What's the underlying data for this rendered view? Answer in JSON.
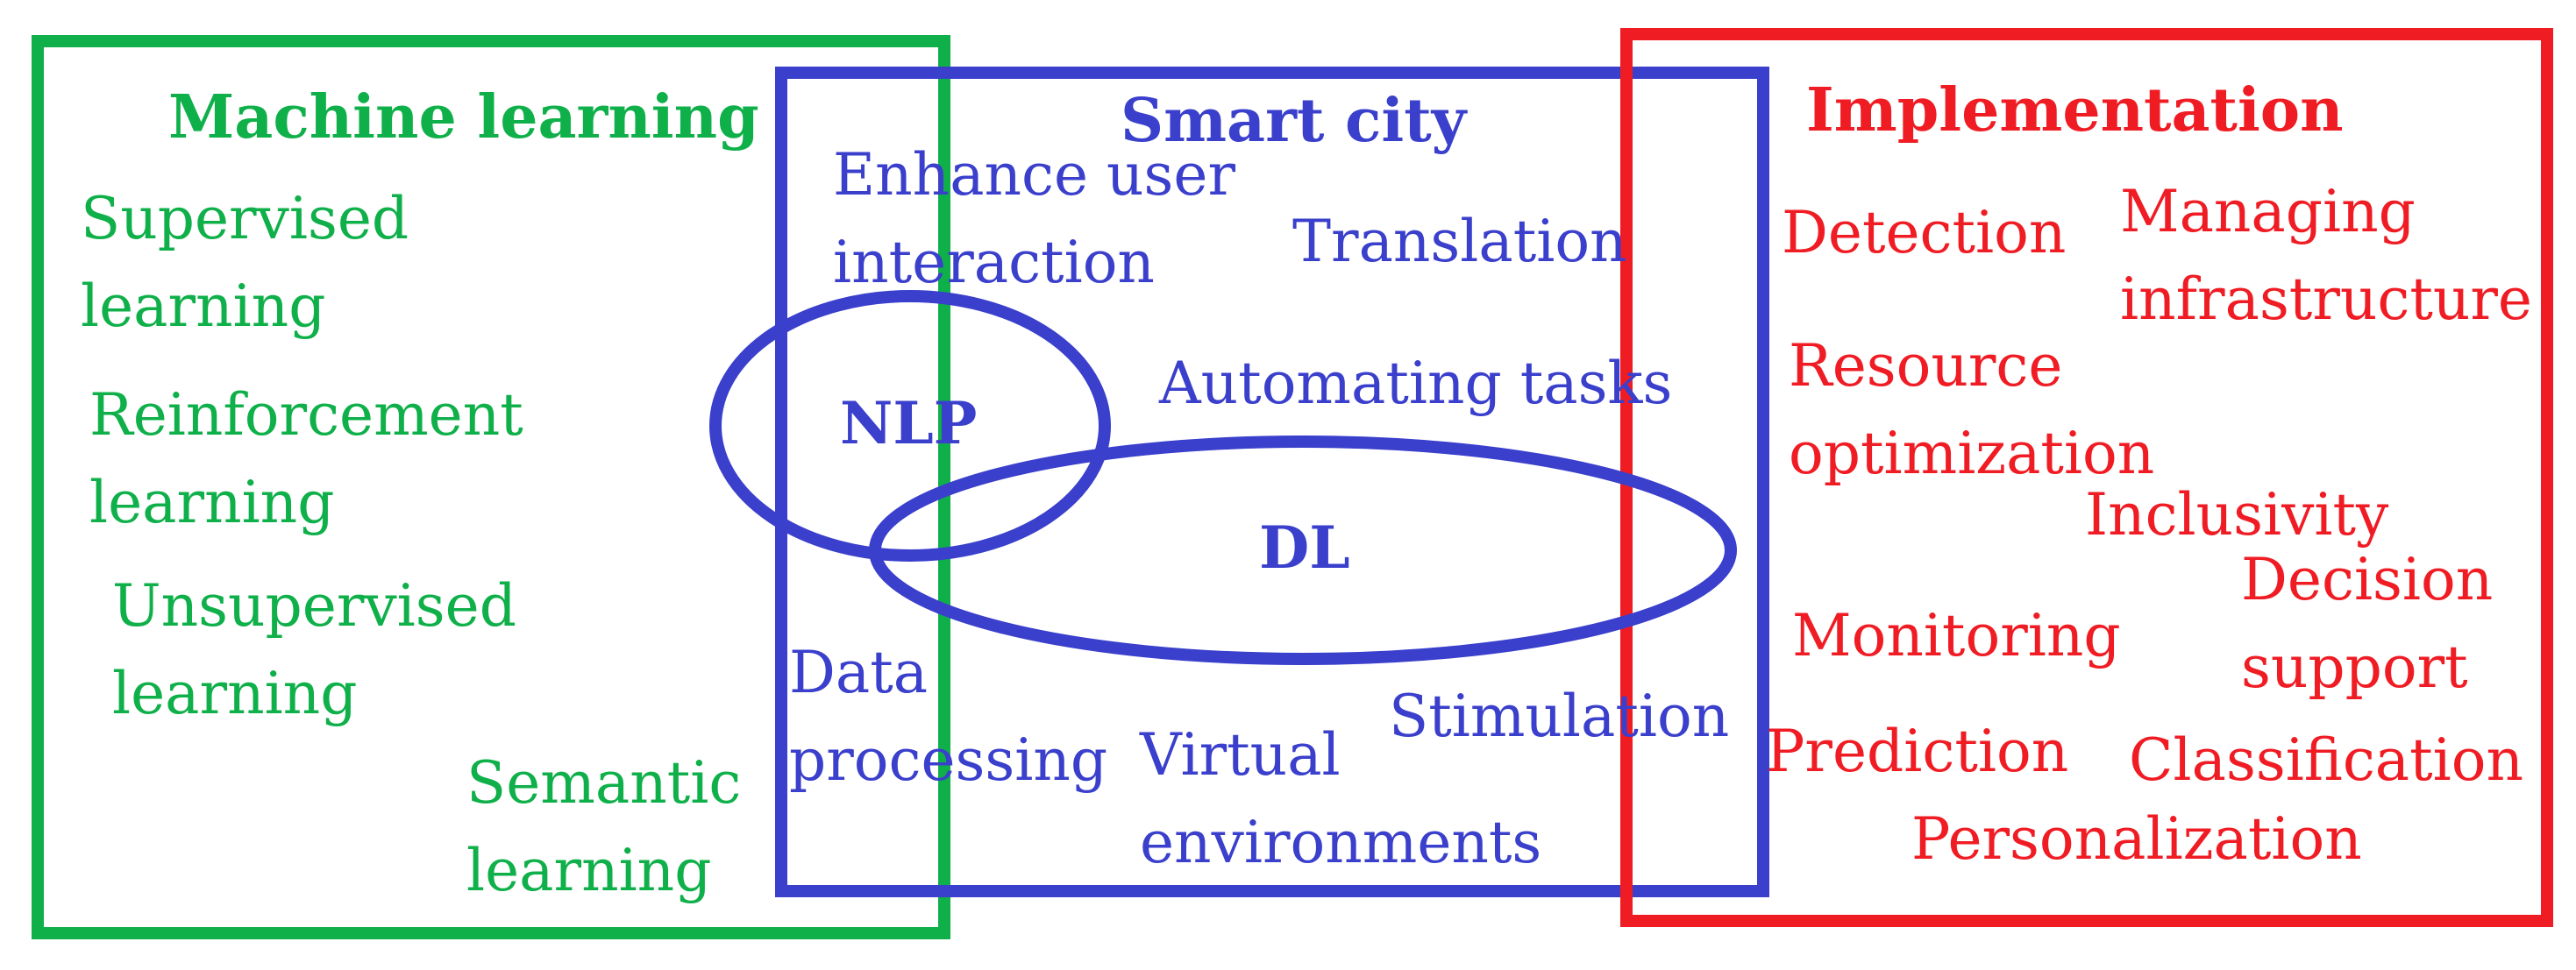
{
  "machine_learning": {
    "title": "Machine learning",
    "items": [
      "Supervised\nlearning",
      "Reinforcement\nlearning",
      "Unsupervised\nlearning",
      "Semantic\nlearning"
    ],
    "color": "#0fb04a"
  },
  "smart_city": {
    "title": "Smart city",
    "items": [
      "Enhance user\ninteraction",
      "Translation",
      "Automating tasks",
      "Data\nprocessing",
      "Virtual\nenvironments",
      "Stimulation"
    ],
    "nlp_label": "NLP",
    "dl_label": "DL",
    "color": "#3a3fcc"
  },
  "implementation": {
    "title": "Implementation",
    "items": [
      "Detection",
      "Managing\ninfrastructure",
      "Resource\noptimization",
      "Inclusivity",
      "Decision\nsupport",
      "Monitoring",
      "Prediction",
      "Classification",
      "Personalization"
    ],
    "color": "#f01c24"
  }
}
